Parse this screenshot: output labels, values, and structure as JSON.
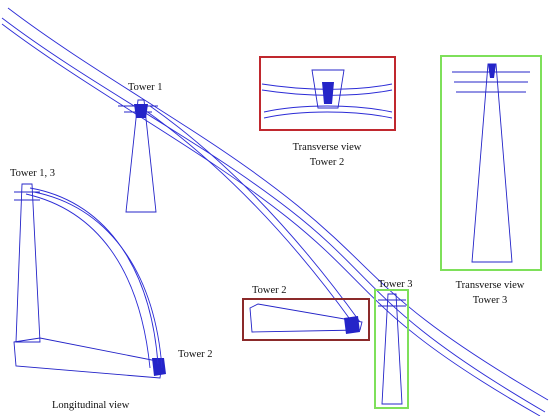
{
  "labels": {
    "tower1": "Tower 1",
    "tower13": "Tower 1, 3",
    "tower2_left": "Tower 2",
    "tower2_box": "Tower 2",
    "tower3": "Tower 3",
    "transverse2_line1": "Transverse view",
    "transverse2_line2": "Tower 2",
    "transverse3_line1": "Transverse view",
    "transverse3_line2": "Tower 3",
    "longitudinal": "Longitudinal view"
  },
  "colors": {
    "wire": "#2b2bd6",
    "tower": "#2424c8",
    "frame_red": "#c0282e",
    "frame_green": "#7ee05a",
    "frame_brown": "#8b2a2a"
  }
}
